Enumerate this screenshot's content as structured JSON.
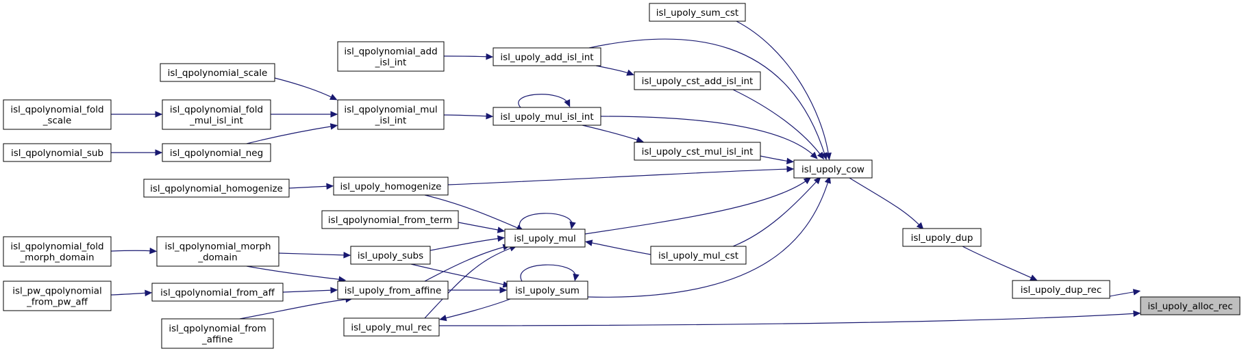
{
  "colors": {
    "edge": "#191970",
    "root_fill": "#bfbfbf",
    "node_border": "#000000"
  },
  "nodes": [
    {
      "id": "alloc_rec",
      "lines": [
        "isl_upoly_alloc_rec"
      ],
      "root": true
    },
    {
      "id": "dup_rec",
      "lines": [
        "isl_upoly_dup_rec"
      ]
    },
    {
      "id": "dup",
      "lines": [
        "isl_upoly_dup"
      ]
    },
    {
      "id": "cow",
      "lines": [
        "isl_upoly_cow"
      ]
    },
    {
      "id": "sum_cst",
      "lines": [
        "isl_upoly_sum_cst"
      ]
    },
    {
      "id": "cst_add",
      "lines": [
        "isl_upoly_cst_add_isl_int"
      ]
    },
    {
      "id": "add_isl_int",
      "lines": [
        "isl_upoly_add_isl_int"
      ]
    },
    {
      "id": "qp_add",
      "lines": [
        "isl_qpolynomial_add",
        "_isl_int"
      ]
    },
    {
      "id": "mul_isl_int",
      "lines": [
        "isl_upoly_mul_isl_int"
      ]
    },
    {
      "id": "cst_mul",
      "lines": [
        "isl_upoly_cst_mul_isl_int"
      ]
    },
    {
      "id": "qp_mul",
      "lines": [
        "isl_qpolynomial_mul",
        "_isl_int"
      ]
    },
    {
      "id": "qp_scale",
      "lines": [
        "isl_qpolynomial_scale"
      ]
    },
    {
      "id": "qp_fold_mul",
      "lines": [
        "isl_qpolynomial_fold",
        "_mul_isl_int"
      ]
    },
    {
      "id": "qp_fold_scale",
      "lines": [
        "isl_qpolynomial_fold",
        "_scale"
      ]
    },
    {
      "id": "qp_neg",
      "lines": [
        "isl_qpolynomial_neg"
      ]
    },
    {
      "id": "qp_sub",
      "lines": [
        "isl_qpolynomial_sub"
      ]
    },
    {
      "id": "homog",
      "lines": [
        "isl_upoly_homogenize"
      ]
    },
    {
      "id": "qp_homog",
      "lines": [
        "isl_qpolynomial_homogenize"
      ]
    },
    {
      "id": "mul",
      "lines": [
        "isl_upoly_mul"
      ]
    },
    {
      "id": "qp_from_term",
      "lines": [
        "isl_qpolynomial_from_term"
      ]
    },
    {
      "id": "mul_cst",
      "lines": [
        "isl_upoly_mul_cst"
      ]
    },
    {
      "id": "subs",
      "lines": [
        "isl_upoly_subs"
      ]
    },
    {
      "id": "qp_morph",
      "lines": [
        "isl_qpolynomial_morph",
        "_domain"
      ]
    },
    {
      "id": "qp_fold_morph",
      "lines": [
        "isl_qpolynomial_fold",
        "_morph_domain"
      ]
    },
    {
      "id": "from_affine",
      "lines": [
        "isl_upoly_from_affine"
      ]
    },
    {
      "id": "qp_from_aff",
      "lines": [
        "isl_qpolynomial_from_aff"
      ]
    },
    {
      "id": "pw_qp",
      "lines": [
        "isl_pw_qpolynomial",
        "_from_pw_aff"
      ]
    },
    {
      "id": "qp_from_affine",
      "lines": [
        "isl_qpolynomial_from",
        "_affine"
      ]
    },
    {
      "id": "sum",
      "lines": [
        "isl_upoly_sum"
      ]
    },
    {
      "id": "mul_rec",
      "lines": [
        "isl_upoly_mul_rec"
      ]
    }
  ]
}
